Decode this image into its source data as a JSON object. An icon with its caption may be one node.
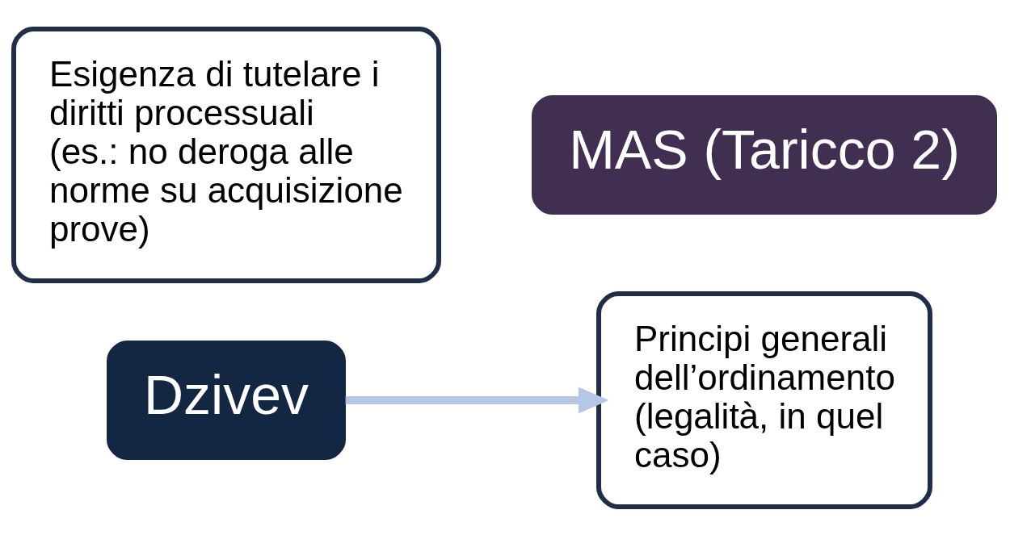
{
  "diagram": {
    "nodes": [
      {
        "text": [
          "Esigenza di tutelare i diritti processuali (es.: no deroga alle norme su acquisizione prove)"
        ]
      },
      {
        "text": [
          "Dzivev"
        ]
      },
      {
        "text": [
          "MAS (Taricco 2)"
        ]
      },
      {
        "text": [
          "Principi generali dell’ordinamento (legalità, in quel caso)"
        ]
      }
    ],
    "edges": [
      {
        "from": 1,
        "to": 3,
        "arrow": "to",
        "color": "#b4c7e7"
      }
    ]
  }
}
